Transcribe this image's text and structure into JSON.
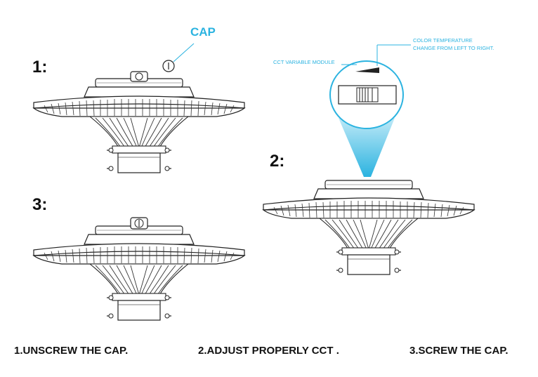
{
  "steps": {
    "s1": "1:",
    "s2": "2:",
    "s3": "3:"
  },
  "labels": {
    "cap": "CAP",
    "cct_module": "CCT VARIABLE MODULE",
    "color_temp_line1": "COLOR TEMPERATURE",
    "color_temp_line2": "CHANGE FROM LEFT TO RIGHT."
  },
  "captions": {
    "c1": "1.UNSCREW THE CAP.",
    "c2": "2.ADJUST PROPERLY CCT .",
    "c3": "3.SCREW THE CAP."
  },
  "colors": {
    "accent": "#2bb3e0",
    "line": "#222222"
  }
}
